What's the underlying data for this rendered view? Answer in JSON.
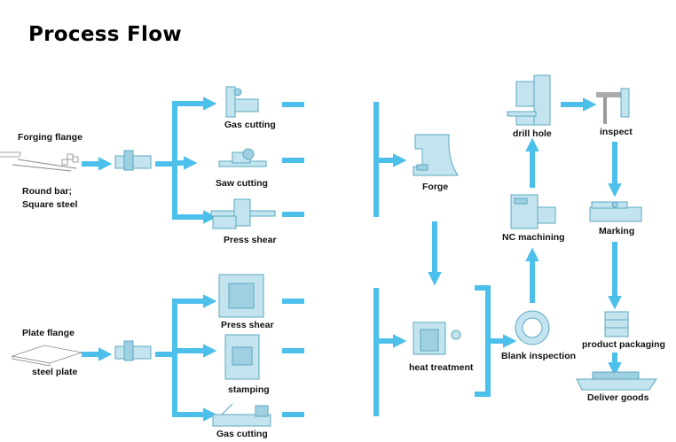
{
  "title": "Process Flow",
  "colors": {
    "arrow": "#4cc0ea",
    "machine_fill": "#c3e4ef",
    "machine_stroke": "#5ba8c2"
  },
  "forging": {
    "label": "Forging flange",
    "material_line1": "Round bar;",
    "material_line2": "Square steel",
    "steps": [
      "Gas cutting",
      "Saw cutting",
      "Press shear"
    ]
  },
  "plate": {
    "label": "Plate flange",
    "material": "steel plate",
    "steps": [
      "Press shear",
      "stamping",
      "Gas cutting"
    ]
  },
  "main": {
    "forge": "Forge",
    "heat_treatment": "heat treatment",
    "blank_inspection": "Blank inspection",
    "nc_machining": "NC machining",
    "drill_hole": "drill hole",
    "inspect": "inspect",
    "marking": "Marking",
    "product_packaging": "product packaging",
    "deliver_goods": "Deliver goods"
  }
}
